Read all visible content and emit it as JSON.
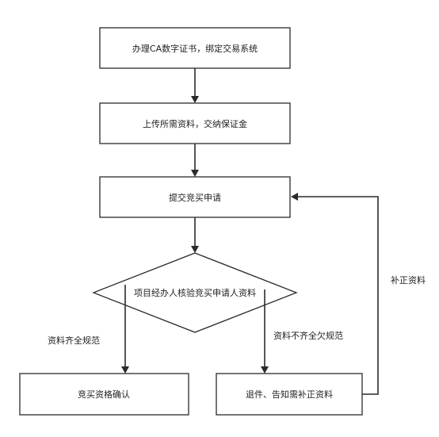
{
  "nodes": {
    "ca_certificate": "办理CA数字证书，绑定交易系统",
    "upload_materials": "上传所需资料，交纳保证金",
    "submit_application": "提交竞买申请",
    "verify_materials": "项目经办人核验竞买申请人资料",
    "qualification_confirmed": "竞买资格确认",
    "return_notify": "退件、告知需补正资料"
  },
  "edges": {
    "complete_label": "资料齐全规范",
    "incomplete_label": "资料不齐全欠规范",
    "supplement_label": "补正资料"
  }
}
